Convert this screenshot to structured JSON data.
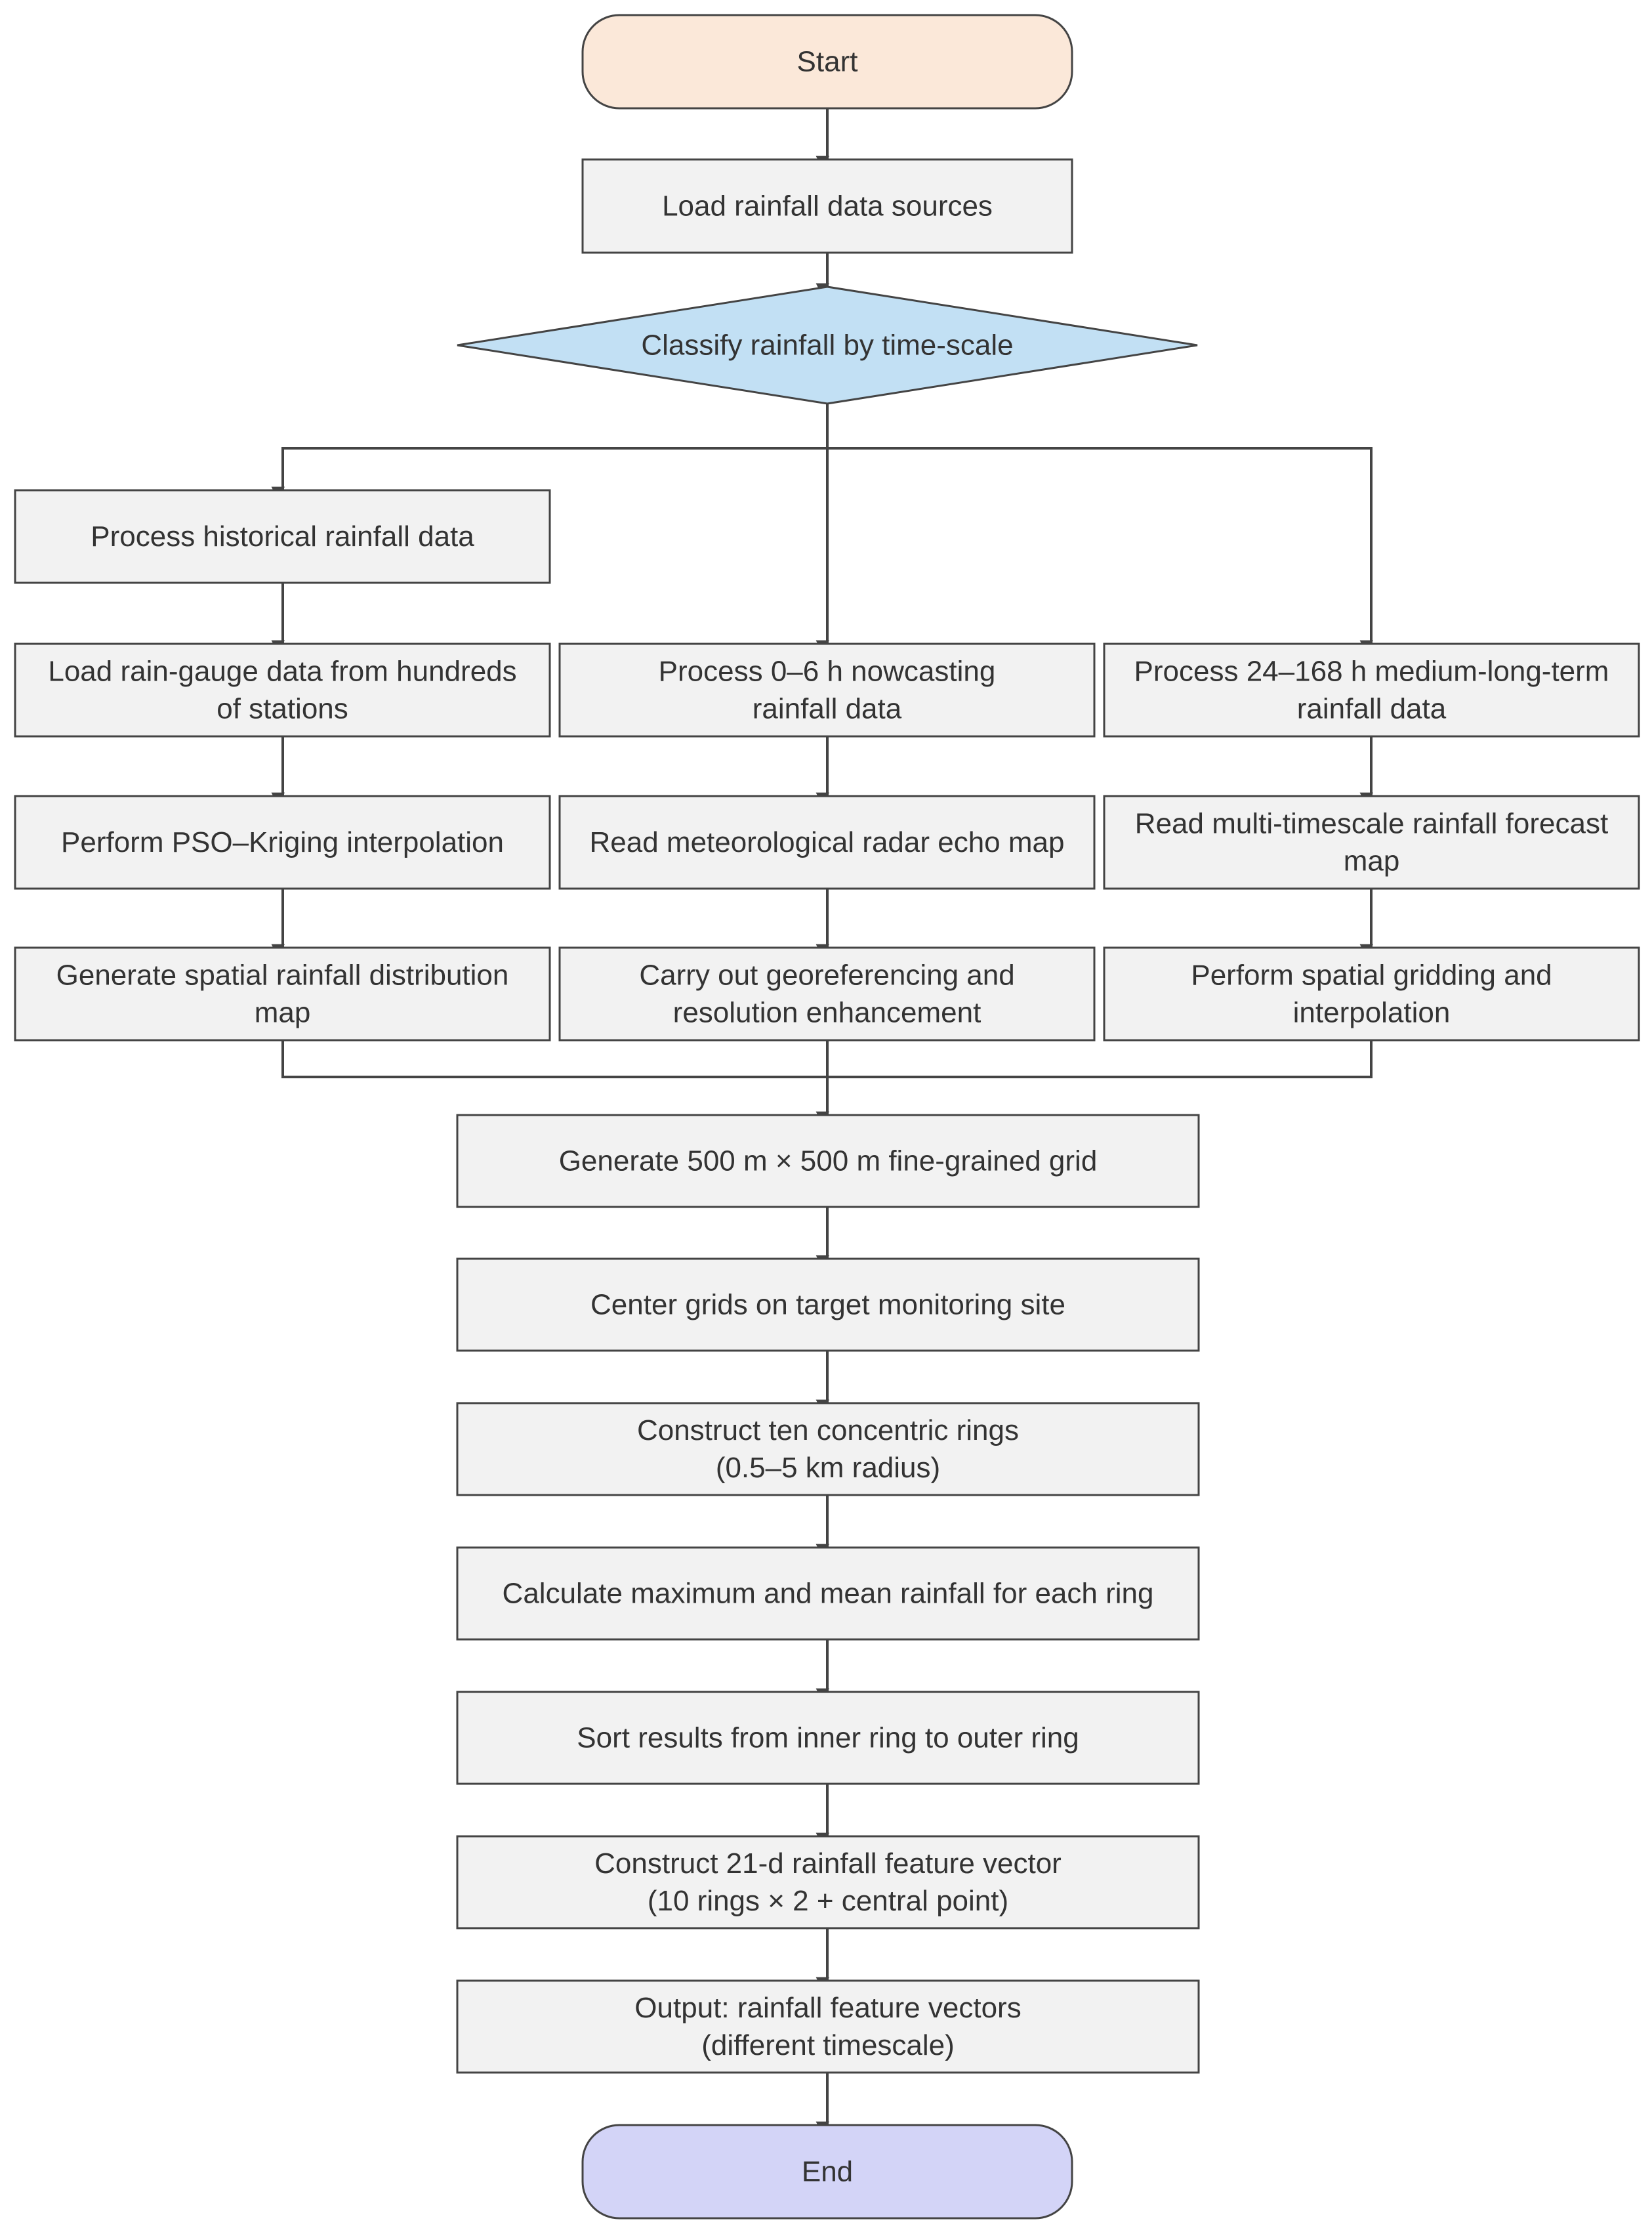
{
  "colors": {
    "start_fill": "#fbe8d9",
    "end_fill": "#d3d4f7",
    "decision_fill": "#c2e0f4",
    "process_fill": "#f2f2f2",
    "stroke": "#444444",
    "text": "#333333"
  },
  "nodes": {
    "start": {
      "lines": [
        "Start"
      ]
    },
    "load_sources": {
      "lines": [
        "Load rainfall data sources"
      ]
    },
    "classify": {
      "lines": [
        "Classify rainfall by time-scale"
      ]
    },
    "historical": {
      "lines": [
        "Process historical rainfall data"
      ]
    },
    "rain_gauge": {
      "lines": [
        "Load rain-gauge data from hundreds",
        "of stations"
      ]
    },
    "nowcasting": {
      "lines": [
        "Process 0–6 h nowcasting",
        "rainfall data"
      ]
    },
    "medium_long": {
      "lines": [
        "Process 24–168 h medium-long-term",
        "rainfall data"
      ]
    },
    "pso_kriging": {
      "lines": [
        "Perform PSO–Kriging interpolation"
      ]
    },
    "radar_echo": {
      "lines": [
        "Read meteorological radar echo map"
      ]
    },
    "forecast_map": {
      "lines": [
        "Read multi-timescale rainfall forecast",
        "map"
      ]
    },
    "spatial_map": {
      "lines": [
        "Generate spatial rainfall distribution",
        "map"
      ]
    },
    "georeferencing": {
      "lines": [
        "Carry out georeferencing and",
        "resolution enhancement"
      ]
    },
    "gridding": {
      "lines": [
        "Perform spatial gridding and",
        "interpolation"
      ]
    },
    "fine_grid": {
      "lines": [
        "Generate 500 m × 500 m fine-grained grid"
      ]
    },
    "center_grids": {
      "lines": [
        "Center grids on target monitoring site"
      ]
    },
    "rings": {
      "lines": [
        "Construct ten concentric rings",
        "(0.5–5 km radius)"
      ]
    },
    "max_mean": {
      "lines": [
        "Calculate maximum and mean rainfall for each ring"
      ]
    },
    "sort": {
      "lines": [
        "Sort results from inner ring to outer ring"
      ]
    },
    "feature_vector": {
      "lines": [
        "Construct 21-d rainfall feature vector",
        "(10 rings × 2 + central point)"
      ]
    },
    "output": {
      "lines": [
        "Output: rainfall feature vectors",
        "(different timescale)"
      ]
    },
    "end": {
      "lines": [
        "End"
      ]
    }
  }
}
